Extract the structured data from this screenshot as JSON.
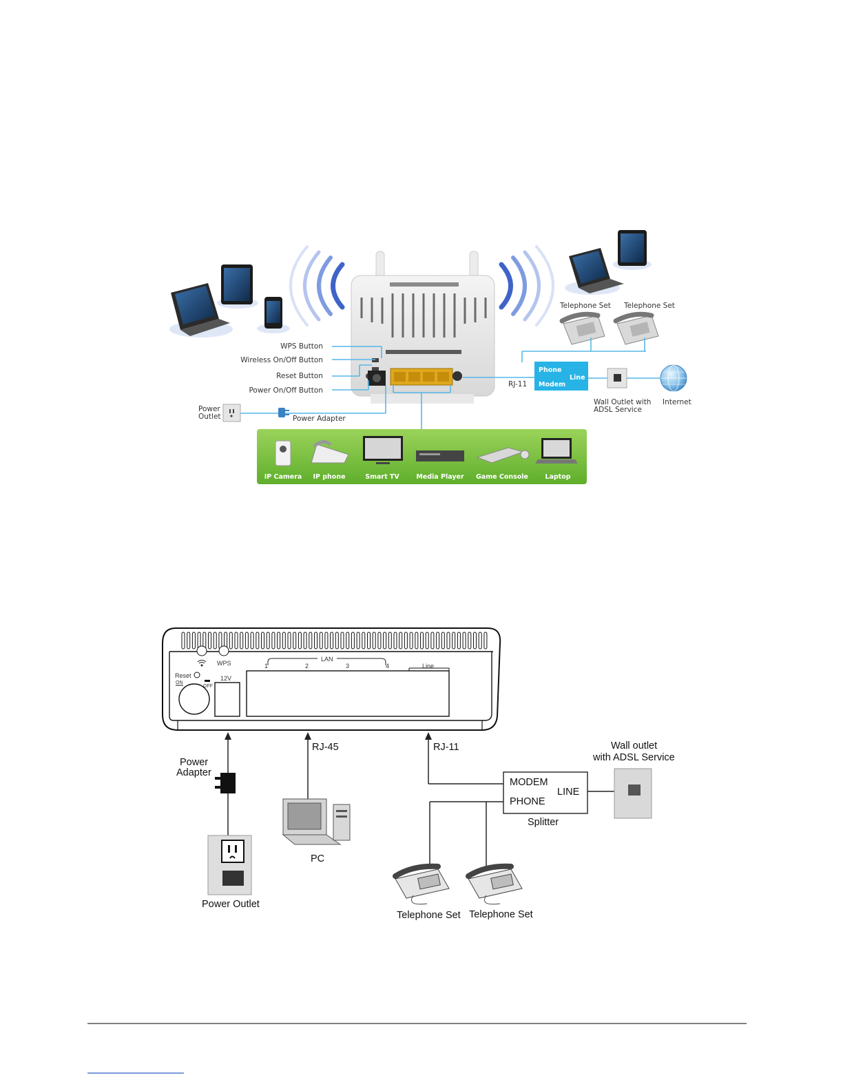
{
  "diagram1": {
    "labels": {
      "telephone_set_1": "Telephone Set",
      "telephone_set_2": "Telephone Set",
      "wps_button": "WPS Button",
      "wireless_button": "Wireless On/Off Button",
      "reset_button": "Reset Button",
      "power_button": "Power On/Off Button",
      "power_outlet_1": "Power",
      "power_outlet_2": "Outlet",
      "power_adapter": "Power Adapter",
      "splitter_phone": "Phone",
      "splitter_modem": "Modem",
      "splitter_line": "Line",
      "rj11": "RJ-11",
      "wall_outlet_1": "Wall Outlet with",
      "wall_outlet_2": "ADSL Service",
      "internet": "Internet"
    },
    "devices": [
      "IP Camera",
      "IP phone",
      "Smart TV",
      "Media Player",
      "Game Console",
      "Laptop"
    ]
  },
  "diagram2": {
    "panel": {
      "wps": "WPS",
      "lan": "LAN",
      "ports": [
        "1",
        "2",
        "3",
        "4"
      ],
      "line": "Line",
      "reset": "Reset",
      "on": "ON",
      "off": "OFF",
      "voltage": "12V"
    },
    "labels": {
      "power_adapter_1": "Power",
      "power_adapter_2": "Adapter",
      "rj45": "RJ-45",
      "rj11": "RJ-11",
      "wall_outlet_1": "Wall outlet",
      "wall_outlet_2": "with ADSL Service",
      "modem": "MODEM",
      "phone": "PHONE",
      "line": "LINE",
      "splitter": "Splitter",
      "pc": "PC",
      "power_outlet": "Power Outlet",
      "telephone_set_1": "Telephone Set",
      "telephone_set_2": "Telephone Set"
    }
  }
}
